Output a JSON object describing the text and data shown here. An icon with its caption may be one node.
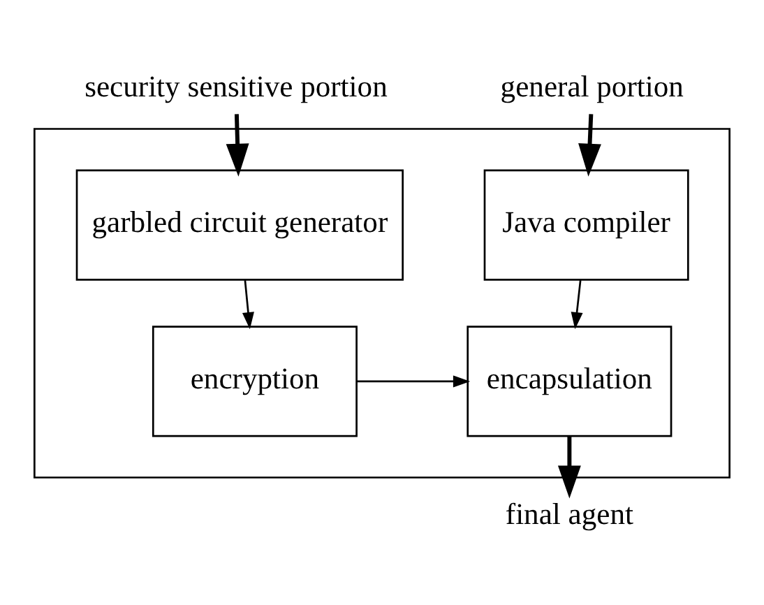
{
  "diagram": {
    "nodes": [
      {
        "text": [
          "security sensitive portion"
        ]
      },
      {
        "text": [
          "general portion"
        ]
      },
      {
        "text": [],
        "shape": "box"
      },
      {
        "text": [
          "garbled circuit generator"
        ],
        "in": 2
      },
      {
        "text": [
          "Java compiler"
        ],
        "in": 2
      },
      {
        "text": [
          "encryption"
        ],
        "in": 2
      },
      {
        "text": [
          "encapsulation"
        ],
        "in": 2
      },
      {
        "text": [
          "final agent"
        ]
      }
    ],
    "edges": [
      {
        "from": 0,
        "to": 3,
        "arrow": "to",
        "style": "thick"
      },
      {
        "from": 1,
        "to": 4,
        "arrow": "to",
        "style": "thick"
      },
      {
        "from": 3,
        "to": 5,
        "arrow": "to"
      },
      {
        "from": 4,
        "to": 6,
        "arrow": "to"
      },
      {
        "from": 5,
        "to": 6,
        "arrow": "to"
      },
      {
        "from": 6,
        "to": 7,
        "arrow": "to",
        "style": "thick"
      }
    ]
  }
}
